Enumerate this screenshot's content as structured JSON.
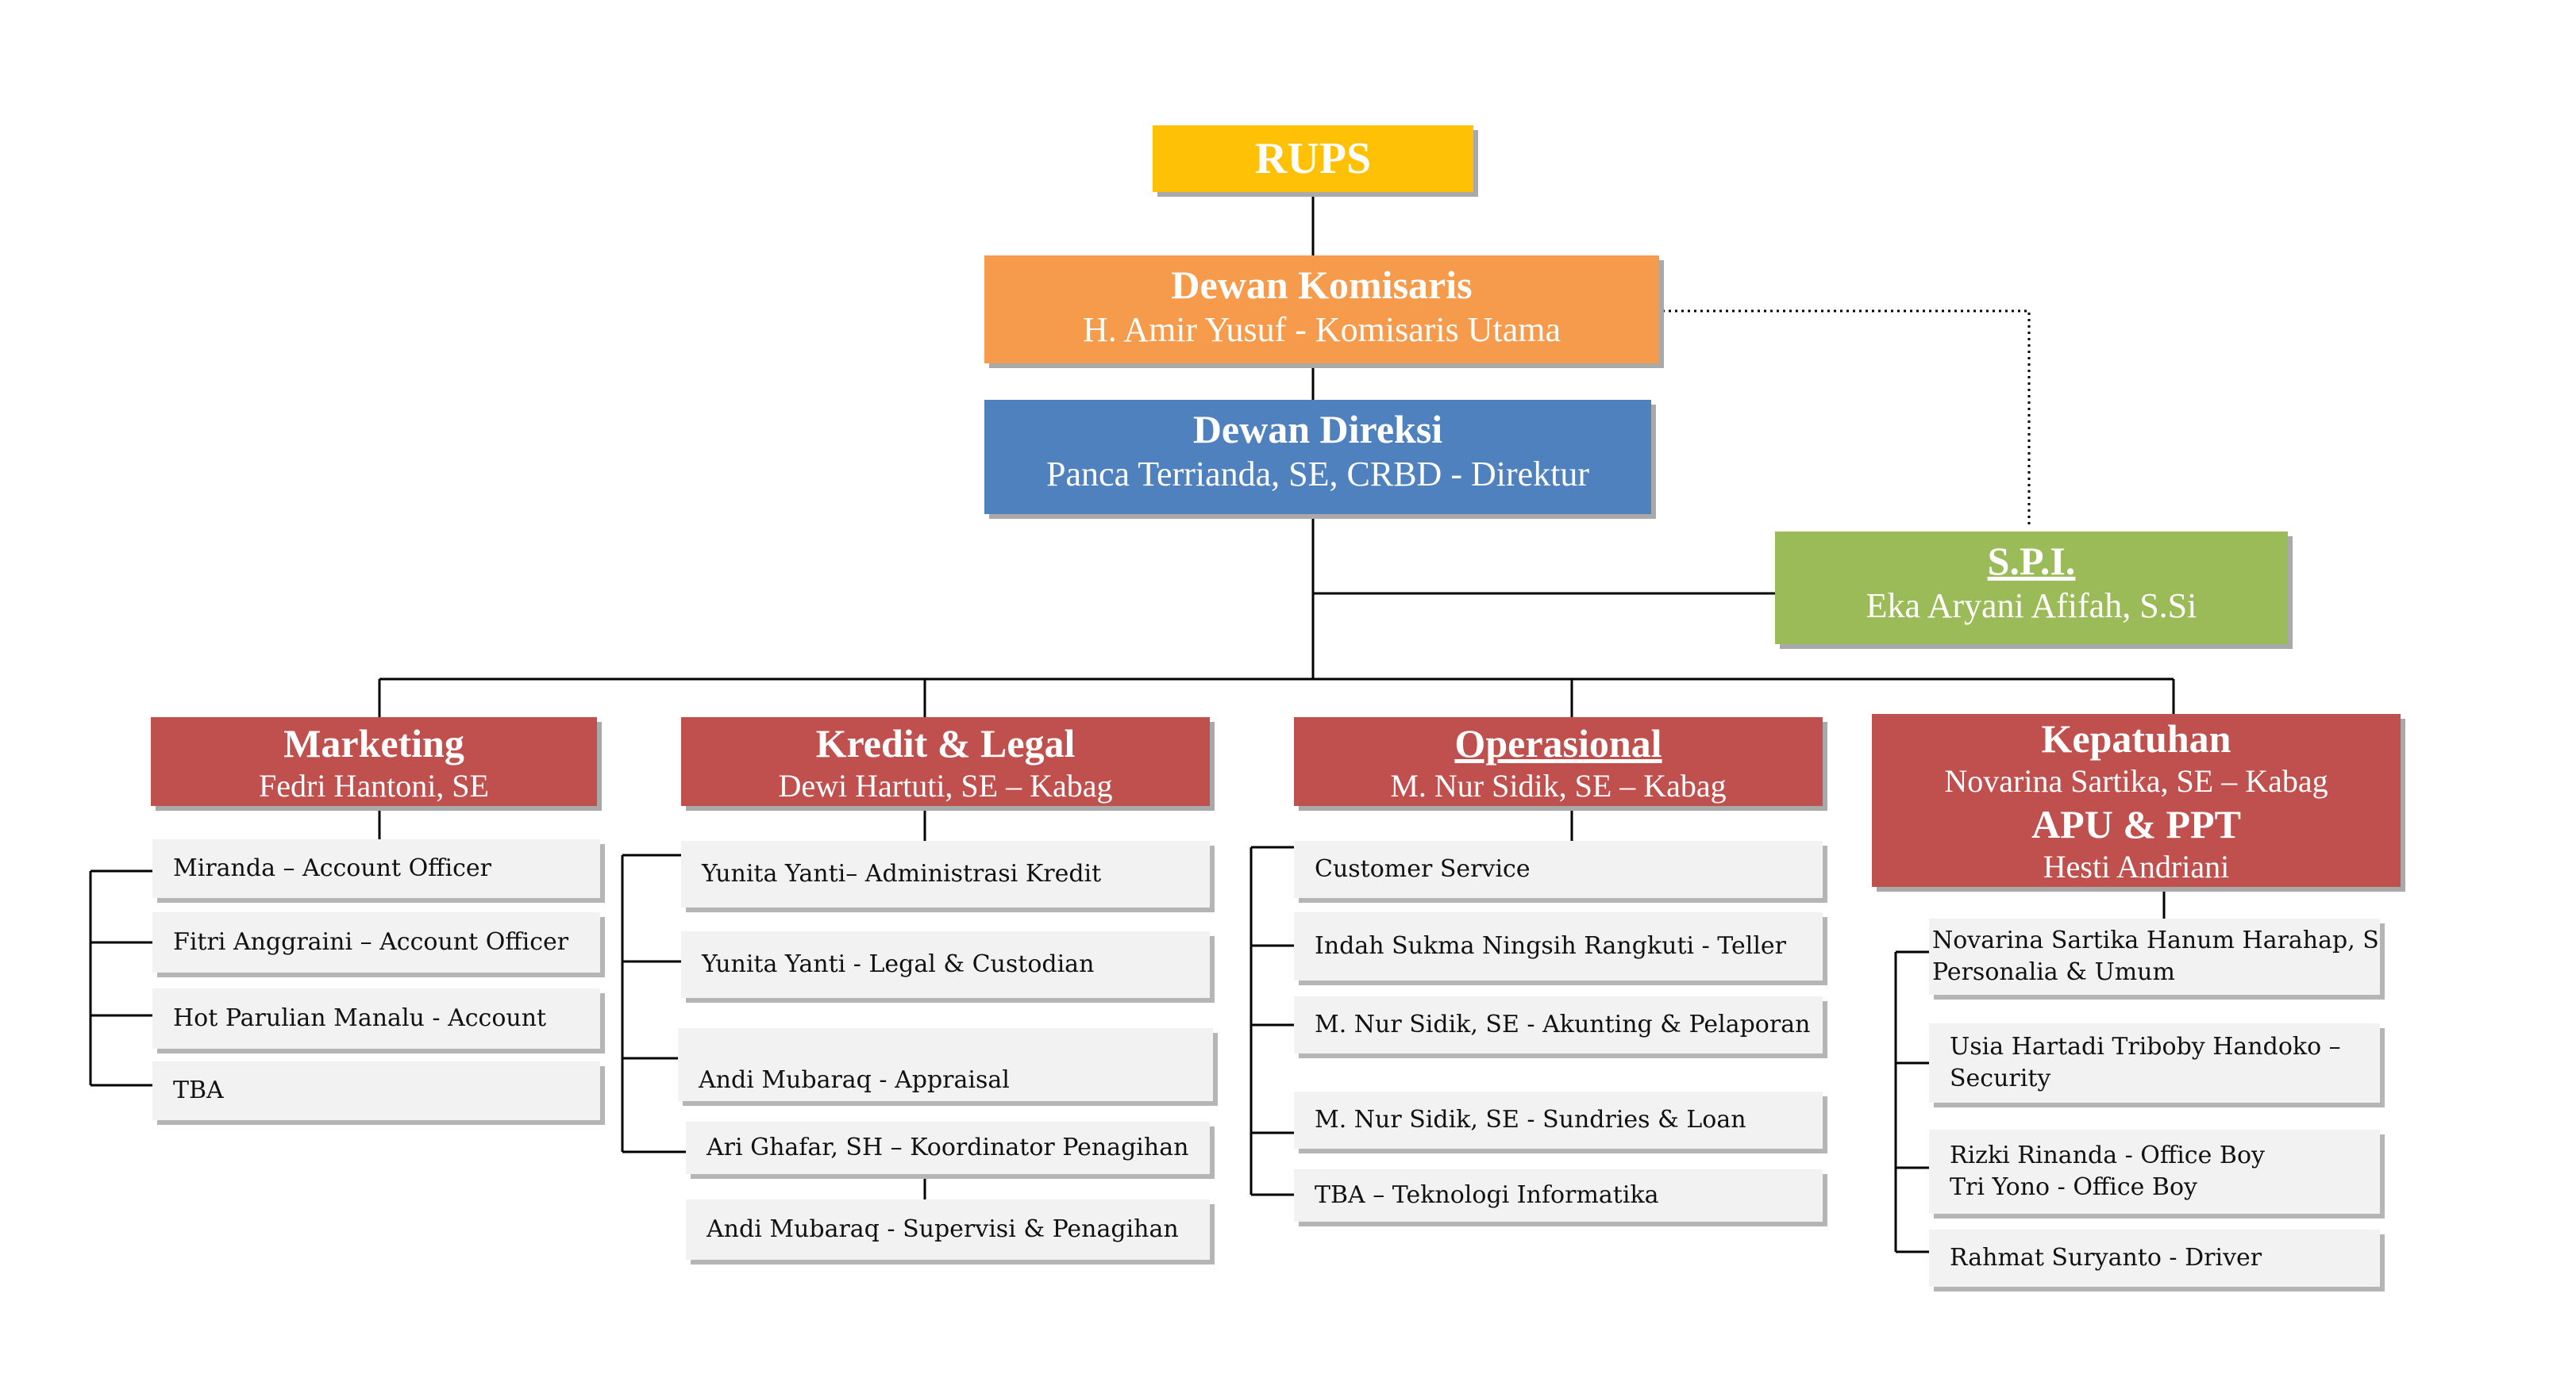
{
  "rups": {
    "label": "RUPS"
  },
  "komisaris": {
    "title": "Dewan Komisaris",
    "name": "H. Amir Yusuf - Komisaris Utama"
  },
  "direksi": {
    "title": "Dewan Direksi",
    "name": "Panca Terrianda, SE, CRBD - Direktur"
  },
  "spi": {
    "title": "S.P.I.",
    "name": "Eka Aryani Afifah, S.Si"
  },
  "marketing": {
    "title": "Marketing",
    "head": "Fedri Hantoni, SE",
    "staff": [
      "Miranda – Account Officer",
      "Fitri Anggraini – Account  Officer",
      "Hot Parulian Manalu - Account",
      "TBA"
    ]
  },
  "kredit": {
    "title": "Kredit & Legal",
    "head": "Dewi Hartuti, SE – Kabag",
    "staff": [
      "Yunita Yanti– Administrasi Kredit",
      "Yunita Yanti - Legal & Custodian",
      "Andi Mubaraq - Appraisal",
      "Ari Ghafar, SH – Koordinator Penagihan",
      "Andi Mubaraq - Supervisi & Penagihan"
    ]
  },
  "operasional": {
    "title": "Operasional",
    "head": "M. Nur Sidik, SE – Kabag",
    "staff": [
      "Customer Service",
      "Indah Sukma Ningsih Rangkuti - Teller",
      "M. Nur Sidik, SE - Akunting & Pelaporan",
      "M. Nur Sidik, SE - Sundries & Loan",
      "TBA  – Teknologi Informatika"
    ]
  },
  "kepatuhan": {
    "title": "Kepatuhan",
    "head": "Novarina Sartika, SE – Kabag",
    "sub_title": "APU & PPT",
    "sub_head": "Hesti Andriani",
    "staff": [
      [
        "Novarina Sartika Hanum Harahap, SE –",
        "Personalia & Umum"
      ],
      [
        "Usia Hartadi Triboby Handoko –",
        "Security"
      ],
      [
        "Rizki Rinanda - Office Boy",
        "Tri Yono - Office Boy"
      ],
      [
        "Rahmat Suryanto - Driver"
      ]
    ]
  },
  "colors": {
    "rups": "#fec106",
    "komisaris": "#f69a4b",
    "direksi": "#4f81be",
    "spi": "#9bbb59",
    "department": "#c0504e",
    "staff": "#f2f2f2"
  }
}
